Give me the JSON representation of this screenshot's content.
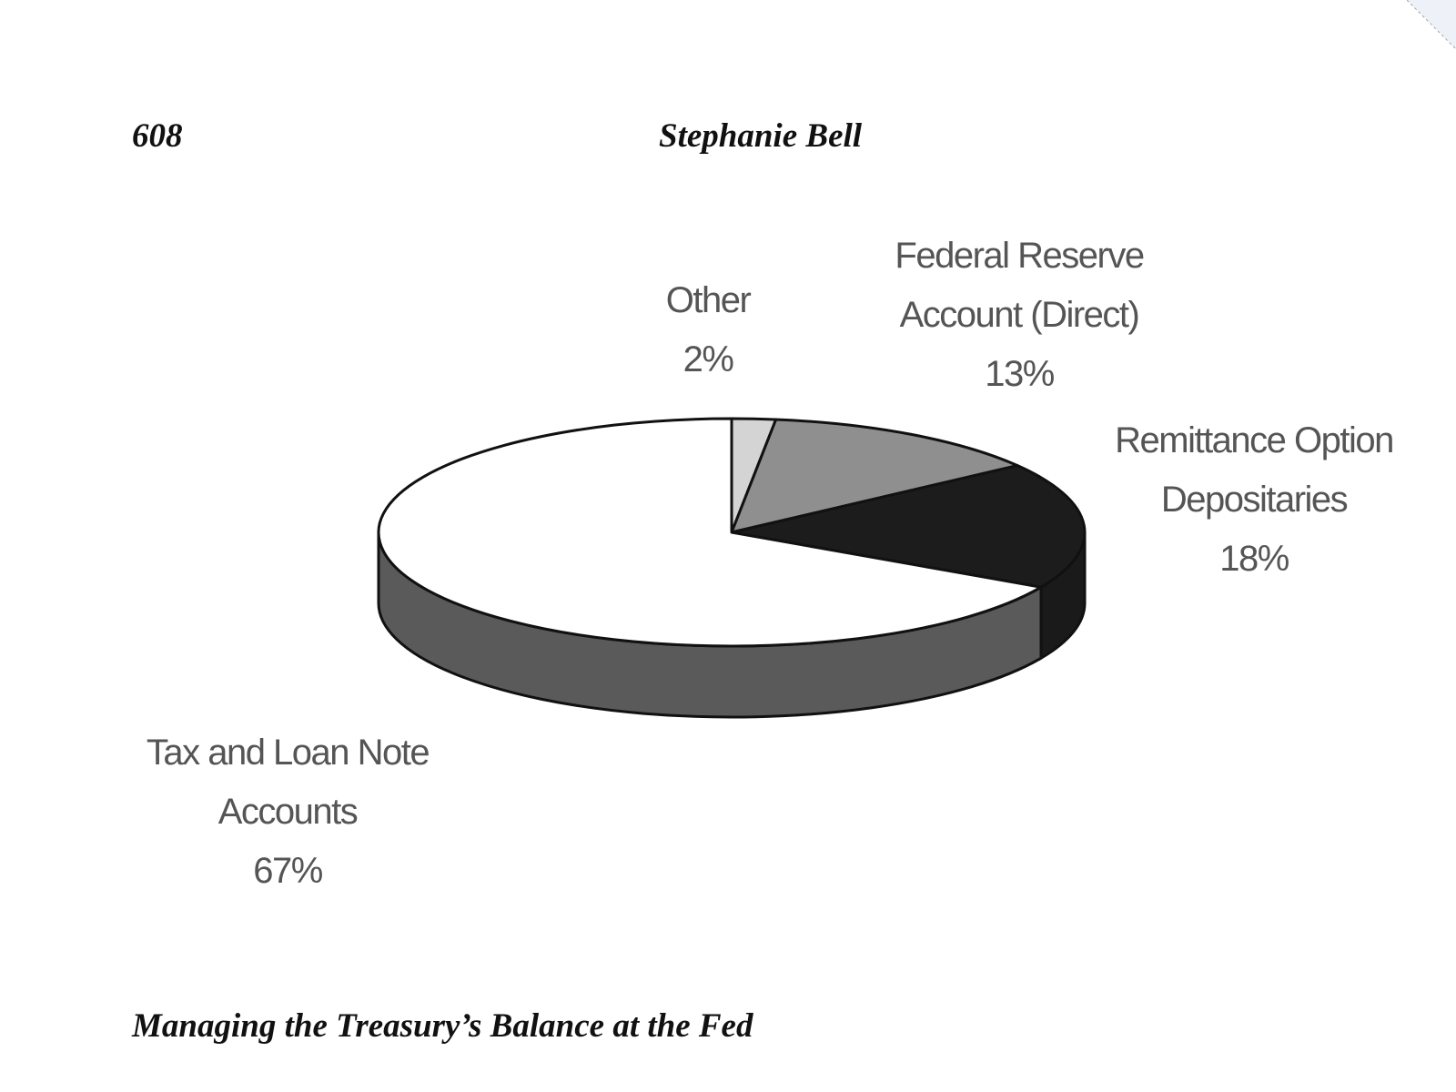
{
  "page": {
    "page_number": "608",
    "author": "Stephanie Bell",
    "section_heading": "Managing the Treasury’s Balance at the Fed"
  },
  "chart_data": {
    "type": "pie",
    "style": "3d-exploded-none",
    "slices": [
      {
        "name": "Other",
        "label_lines": [
          "Other",
          "2%"
        ],
        "value": 2,
        "color": "#d4d4d4"
      },
      {
        "name": "Federal Reserve Account (Direct)",
        "label_lines": [
          "Federal Reserve",
          "Account (Direct)",
          "13%"
        ],
        "value": 13,
        "color": "#8f8f8f"
      },
      {
        "name": "Remittance Option Depositaries",
        "label_lines": [
          "Remittance Option",
          "Depositaries",
          "18%"
        ],
        "value": 18,
        "color": "#1c1c1c"
      },
      {
        "name": "Tax and Loan Note Accounts",
        "label_lines": [
          "Tax and Loan Note",
          "Accounts",
          "67%"
        ],
        "value": 67,
        "color": "#ffffff"
      }
    ],
    "side_color": "#5a5a5a",
    "dark_side_color": "#1a1a1a"
  }
}
